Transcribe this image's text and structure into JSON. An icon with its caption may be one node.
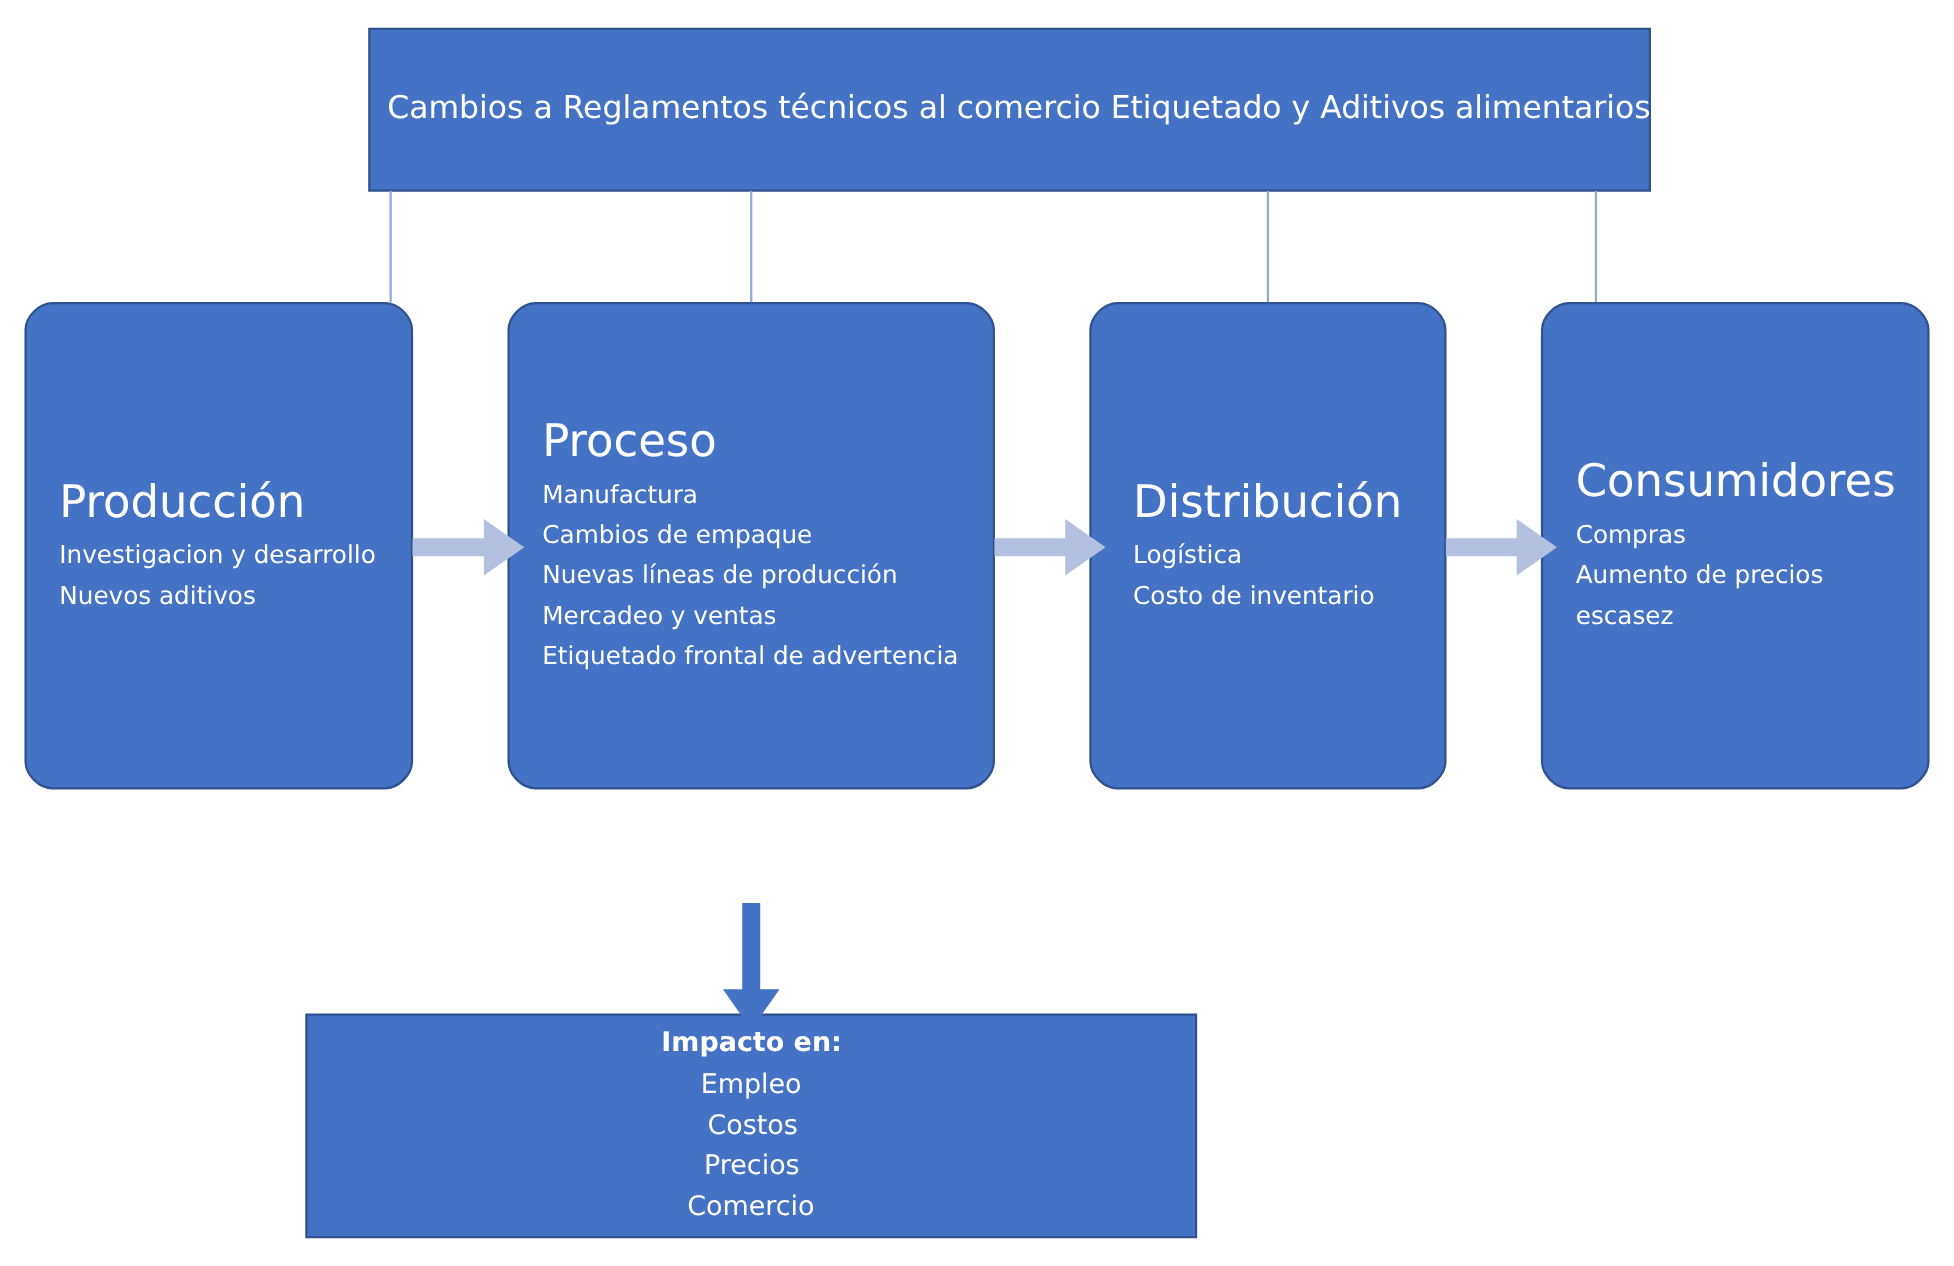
{
  "diagram": {
    "nodes": [
      {
        "text": [
          "Cambios a Reglamentos técnicos al comercio Etiquetado y Aditivos alimentarios"
        ]
      },
      {
        "text": [
          "Producción",
          "Investigacion y desarrollo",
          "Nuevos aditivos"
        ]
      },
      {
        "text": [
          "Proceso",
          "Manufactura",
          "Cambios de empaque",
          "Nuevas líneas de producción",
          "Mercadeo y ventas",
          "Etiquetado frontal de advertencia"
        ]
      },
      {
        "text": [
          "Distribución",
          "Logística",
          "Costo de inventario"
        ]
      },
      {
        "text": [
          "Consumidores",
          "Compras",
          "Aumento de precios",
          "escasez"
        ]
      },
      {
        "text": [
          "Impacto en:",
          "Empleo",
          "Costos",
          "Precios",
          "Comercio"
        ]
      }
    ],
    "edges": [
      {
        "from": 0,
        "to": 1,
        "arrow": "none"
      },
      {
        "from": 0,
        "to": 2,
        "arrow": "none"
      },
      {
        "from": 0,
        "to": 3,
        "arrow": "none"
      },
      {
        "from": 0,
        "to": 4,
        "arrow": "none"
      },
      {
        "from": 1,
        "to": 2,
        "arrow": "to",
        "style": "thick",
        "color": "#b4c0e0"
      },
      {
        "from": 2,
        "to": 3,
        "arrow": "to",
        "style": "thick",
        "color": "#b4c0e0"
      },
      {
        "from": 3,
        "to": 4,
        "arrow": "to",
        "style": "thick",
        "color": "#b4c0e0"
      },
      {
        "from": null,
        "to": 5,
        "arrow": "to",
        "style": "thick",
        "color": "#4472c4"
      }
    ]
  }
}
